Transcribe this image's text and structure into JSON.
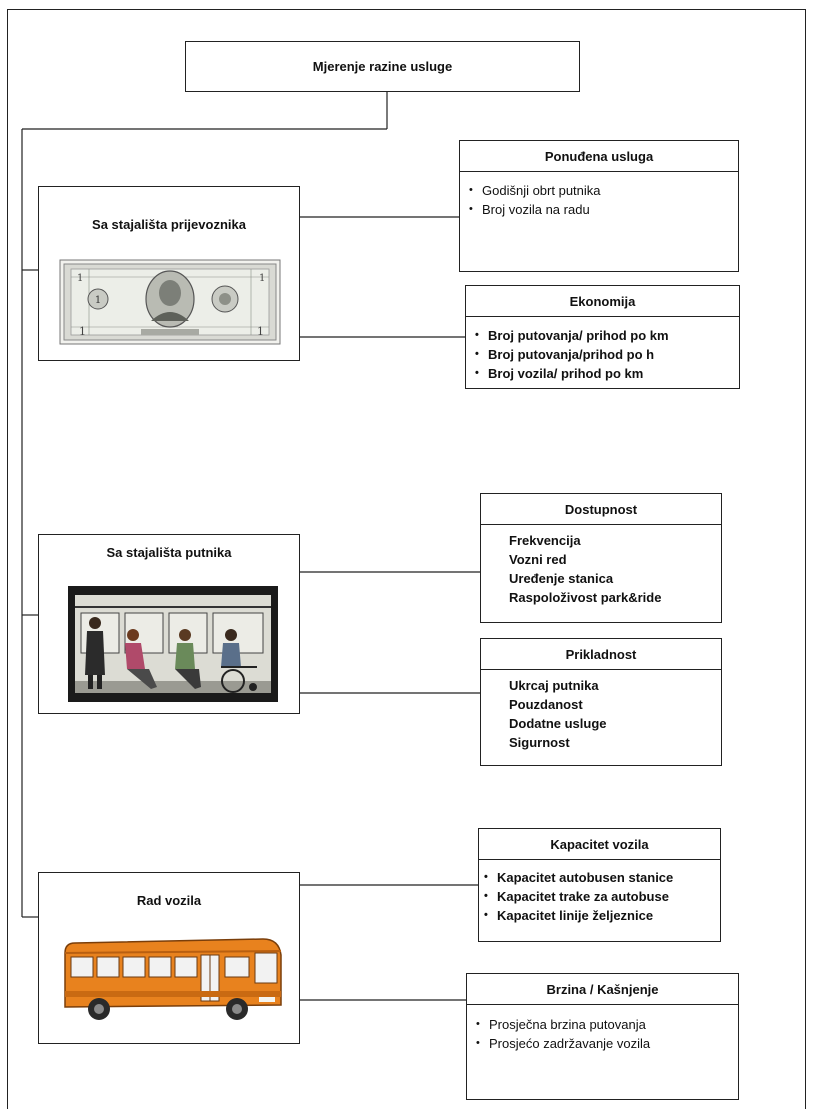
{
  "root": {
    "title": "Mjerenje razine usluge"
  },
  "perspectives": [
    {
      "label": "Sa stajališta prijevoznika",
      "illustration": "dollar-bill-icon",
      "boxes": [
        {
          "title": "Ponuđena usluga",
          "items": [
            "Godišnji obrt putnika",
            "Broj vozila  na radu"
          ]
        },
        {
          "title": "Ekonomija",
          "items": [
            "Broj putovanja/ prihod po km",
            "Broj putovanja/prihod po h",
            "Broj vozila/ prihod po km"
          ]
        }
      ]
    },
    {
      "label": "Sa stajališta putnika",
      "illustration": "bus-passengers-icon",
      "boxes": [
        {
          "title": "Dostupnost",
          "items": [
            "Frekvencija",
            "Vozni red",
            "Uređenje stanica",
            "Raspoloživost park&ride"
          ]
        },
        {
          "title": "Prikladnost",
          "items": [
            "Ukrcaj putnika",
            "Pouzdanost",
            "Dodatne usluge",
            "Sigurnost"
          ]
        }
      ]
    },
    {
      "label": "Rad vozila",
      "illustration": "orange-bus-icon",
      "boxes": [
        {
          "title": "Kapacitet vozila",
          "items": [
            "Kapacitet autobusen stanice",
            "Kapacitet trake za autobuse",
            "Kapacitet linije željeznice"
          ]
        },
        {
          "title": "Brzina / Kašnjenje",
          "items": [
            "Prosječna brzina putovanja",
            "Prosjećo zadržavanje vozila"
          ]
        }
      ]
    }
  ],
  "colors": {
    "line": "#222222",
    "bus_body": "#e8821e",
    "bill_green": "#8a8f86"
  }
}
